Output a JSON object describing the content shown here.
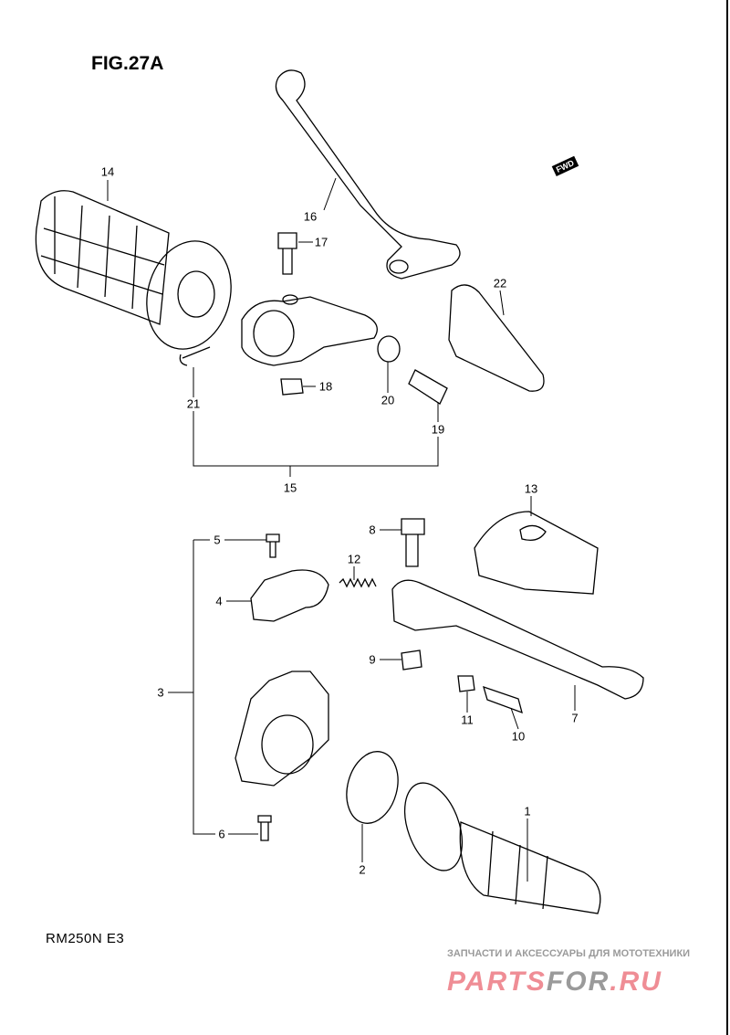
{
  "figure_title": "FIG.27A",
  "model_code": "RM250N E3",
  "fwd_marker": "FWD",
  "callouts": {
    "p1": "1",
    "p2": "2",
    "p3": "3",
    "p4": "4",
    "p5": "5",
    "p6": "6",
    "p7": "7",
    "p8": "8",
    "p9": "9",
    "p10": "10",
    "p11": "11",
    "p12": "12",
    "p13": "13",
    "p14": "14",
    "p15": "15",
    "p16": "16",
    "p17": "17",
    "p18": "18",
    "p19": "19",
    "p20": "20",
    "p21": "21",
    "p22": "22"
  },
  "watermark": {
    "tagline": "ЗАПЧАСТИ И АКСЕССУАРЫ ДЛЯ МОТОТЕХНИКИ",
    "brand_part1": "PARTS",
    "brand_part2": "FOR",
    "brand_part3": ".RU"
  }
}
